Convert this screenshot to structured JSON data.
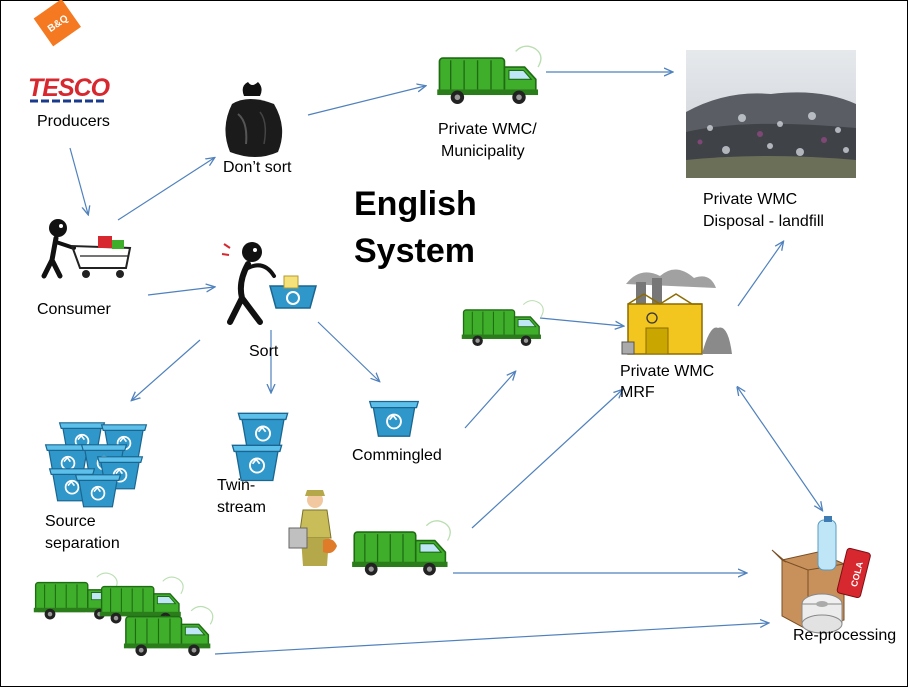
{
  "title": {
    "line1": "English",
    "line2": "System"
  },
  "logos": {
    "bq": "B&Q",
    "tesco": "TESCO"
  },
  "labels": {
    "producers": "Producers",
    "consumer": "Consumer",
    "dont_sort": "Don’t sort",
    "sort": "Sort",
    "private_wmc_municipality_1": "Private WMC/",
    "private_wmc_municipality_2": "Municipality",
    "landfill_1": "Private WMC",
    "landfill_2": "Disposal - landfill",
    "mrf_1": "Private WMC",
    "mrf_2": "MRF",
    "commingled": "Commingled",
    "twin_stream_1": "Twin-",
    "twin_stream_2": "stream",
    "source_separation_1": "Source",
    "source_separation_2": "separation",
    "reprocessing": "Re-processing",
    "cola": "COLA"
  },
  "colors": {
    "arrow": "#4f81bd",
    "truck_green": "#3fae2a",
    "bin_blue": "#2f97c9",
    "tesco_red": "#d7282f",
    "bq_orange": "#f47920"
  }
}
